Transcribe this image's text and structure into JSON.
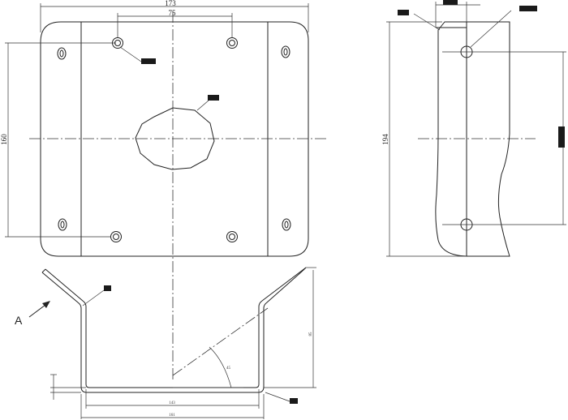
{
  "drawing": {
    "front_view": {
      "dim_width": "173",
      "dim_hole_spacing": "75",
      "dim_height": "160"
    },
    "side_view": {
      "dim_height": "194"
    },
    "bottom_view": {
      "view_marker": "A",
      "dim_right_vertical": "85",
      "dim_inner_bottom": "143",
      "dim_outer_bottom": "161",
      "dim_angle": "45"
    }
  }
}
